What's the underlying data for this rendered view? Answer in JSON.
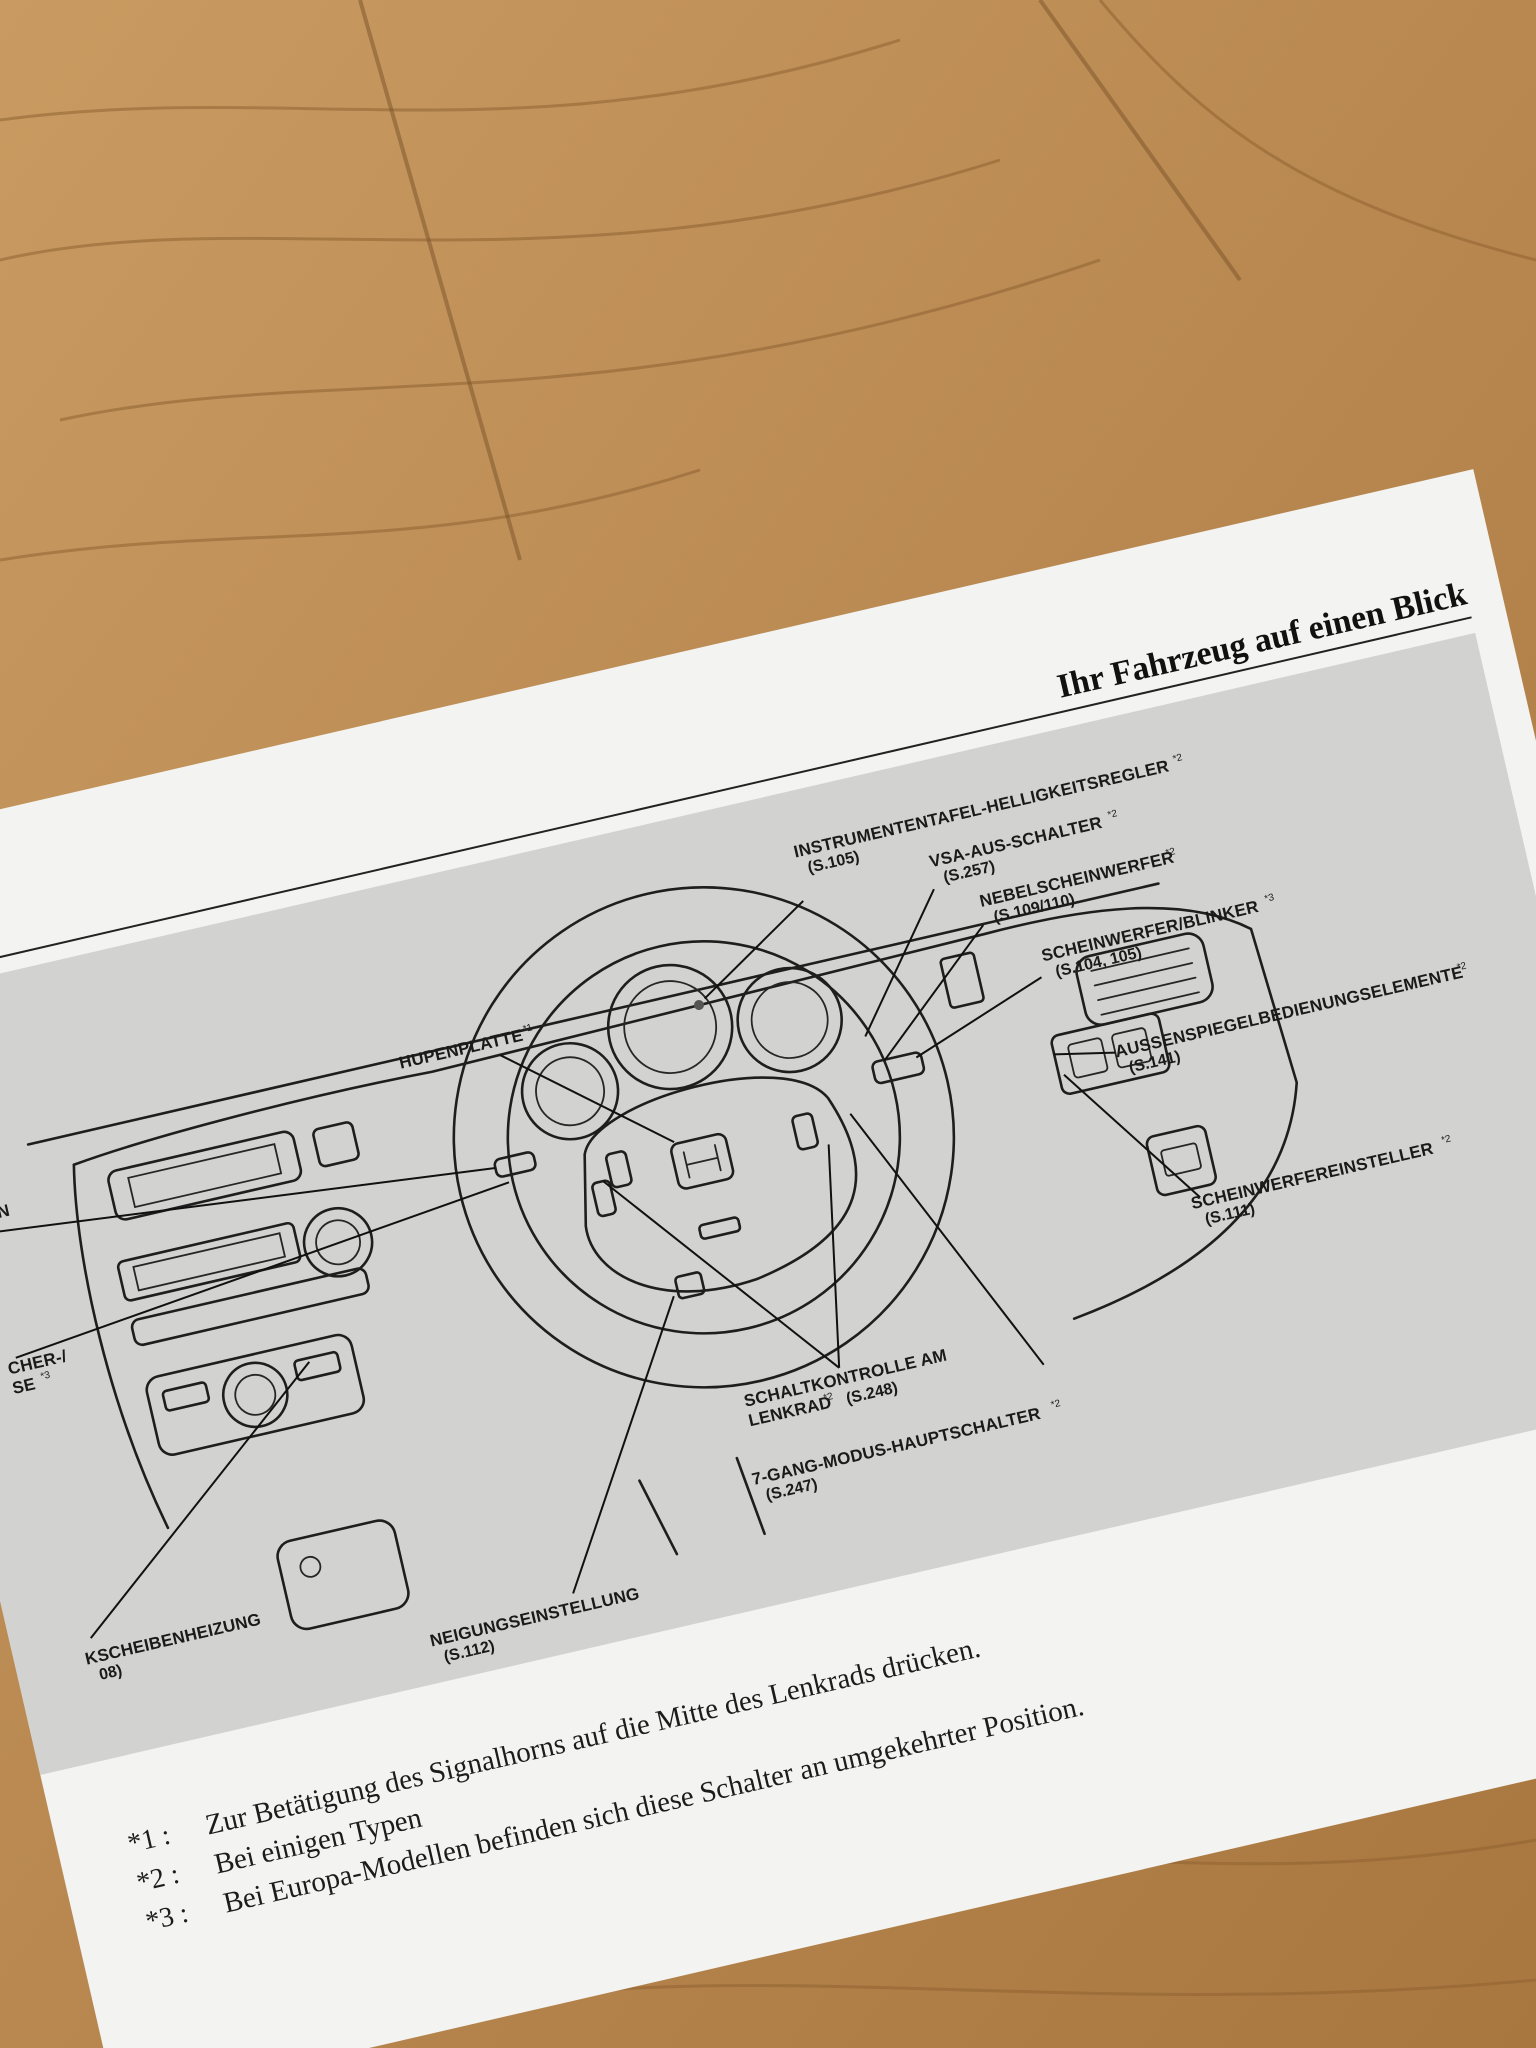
{
  "header": {
    "title": "Ihr Fahrzeug auf einen Blick"
  },
  "labels": {
    "instrumententafel": {
      "text": "INSTRUMENTENTAFEL-HELLIGKEITSREGLER",
      "mark": "*2",
      "ref": "(S.105)"
    },
    "vsa": {
      "text": "VSA-AUS-SCHALTER",
      "mark": "*2",
      "ref": "(S.257)"
    },
    "nebel": {
      "text": "NEBELSCHEINWERFER",
      "mark": "*2",
      "ref": "(S.109/110)"
    },
    "scheinwerfer_blinker": {
      "text": "SCHEINWERFER/BLINKER",
      "mark": "*3",
      "ref": "(S.104, 105)"
    },
    "aussenspiegel": {
      "text": "AUSSENSPIEGELBEDIENUNGSELEMENTE",
      "mark": "*2",
      "ref": "(S.141)"
    },
    "scheinwerfereinsteller": {
      "text": "SCHEINWERFEREINSTELLER",
      "mark": "*2",
      "ref": "(S.111)"
    },
    "hupenplatte": {
      "text": "HUPENPLATTE",
      "mark": "*1"
    },
    "schaltkontrolle": {
      "line1": "SCHALTKONTROLLE AM",
      "line2": "LENKRAD",
      "mark": "*2",
      "ref": "(S.248)"
    },
    "siebengang": {
      "text": "7-GANG-MODUS-HAUPTSCHALTER",
      "mark": "*2",
      "ref": "(S.247)"
    },
    "neigung": {
      "text": "NEIGUNGSEINSTELLUNG",
      "ref": "(S.112)"
    },
    "heckscheibe": {
      "text": "KSCHEIBENHEIZUNG",
      "ref": "08)"
    },
    "leuchten": {
      "text": "HTEN"
    },
    "wischer": {
      "line1": "CHER-/",
      "line2": "SE",
      "mark": "*3"
    }
  },
  "footnotes": [
    {
      "mark": "*1 :",
      "text": "Zur Betätigung des Signalhorns auf die Mitte des Lenkrads drücken."
    },
    {
      "mark": "*2 :",
      "text": "Bei einigen Typen"
    },
    {
      "mark": "*3 :",
      "text": "Bei Europa-Modellen befinden sich diese Schalter an umgekehrter Position."
    }
  ],
  "colors": {
    "wood": "#b98a55",
    "paper": "#f3f3f1",
    "panel": "#d2d2d0",
    "ink": "#1e1e1e"
  }
}
